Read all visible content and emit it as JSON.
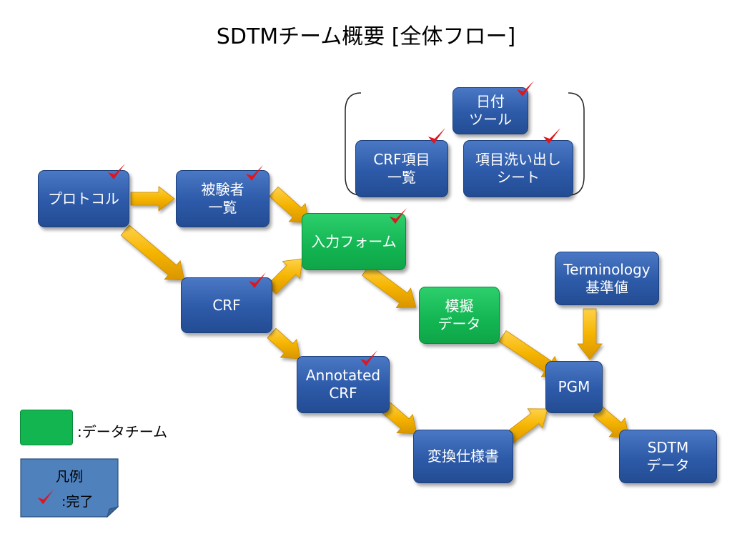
{
  "title": "SDTMチーム概要 [全体フロー]",
  "nodes": {
    "protocol": "プロトコル",
    "subject_list": "被験者\n一覧",
    "crf": "CRF",
    "input_form": "入力フォーム",
    "mock_data": "模擬\nデータ",
    "annotated_crf": "Annotated\nCRF",
    "conversion_spec": "変換仕様書",
    "pgm": "PGM",
    "sdtm_data": "SDTM\nデータ",
    "terminology": "Terminology\n基準値",
    "date_tool": "日付\nツール",
    "crf_item_list": "CRF項目\n一覧",
    "item_extraction_sheet": "項目洗い出し\nシート"
  },
  "legend": {
    "data_team_label": ":データチーム",
    "title": "凡例",
    "done_label": ":完了"
  },
  "colors": {
    "blue_node": "#2d5aa8",
    "green_node": "#13b553",
    "arrow": "#f0a800",
    "check": "#e0151d",
    "legend_note": "#4f81bd"
  }
}
